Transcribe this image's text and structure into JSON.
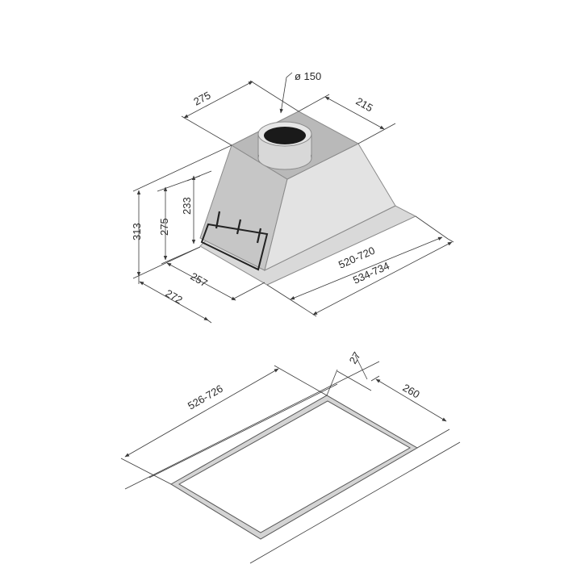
{
  "hood": {
    "duct_diameter": "ø 150",
    "top_depth": "275",
    "top_width": "215",
    "total_height": "313",
    "body_height": "275",
    "front_height": "233",
    "inner_depth": "257",
    "outer_depth": "272",
    "inner_width": "520-720",
    "outer_width": "534-734"
  },
  "cutout": {
    "width": "526-726",
    "frame": "27",
    "depth": "260"
  },
  "colors": {
    "hood_top": "#bdbdbd",
    "hood_front": "#c9c9c9",
    "hood_side": "#e2e2e2",
    "frame": "#d6d6d6",
    "duct_inner": "#1a1a1a",
    "line": "#3a3a3a"
  }
}
